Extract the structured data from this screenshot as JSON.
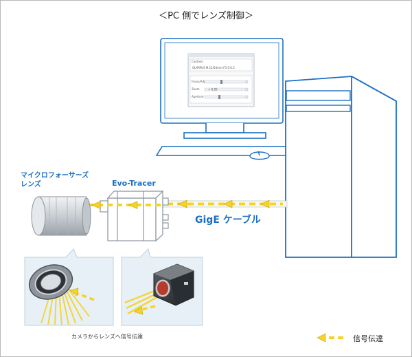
{
  "title": "＜PC 側でレンズ制御＞",
  "labels": {
    "lens": "マイクロフォーサーズ\nレンズ",
    "lens_line1": "マイクロフォーサーズ",
    "lens_line2": "レンズ",
    "evo_tracer": "Evo-Tracer",
    "gige_cable": "GigE ケーブル",
    "camera_to_lens": "カメラからレンズへ信号伝達",
    "legend": "信号伝達"
  },
  "software_window": {
    "group_label": "Controls",
    "status_text": "OLYMPUS M.12/50mm F3.5-6.3",
    "rows": [
      "Focus/Adjust",
      "Zoom",
      "Aperture"
    ],
    "values": [
      "",
      "+ 0.00",
      ""
    ]
  },
  "colors": {
    "monitor_line": "#1a6fc4",
    "label_blue": "#1a6fc4",
    "arrow_yellow": "#f5d327",
    "callout_bg": "#e7f0f7"
  }
}
